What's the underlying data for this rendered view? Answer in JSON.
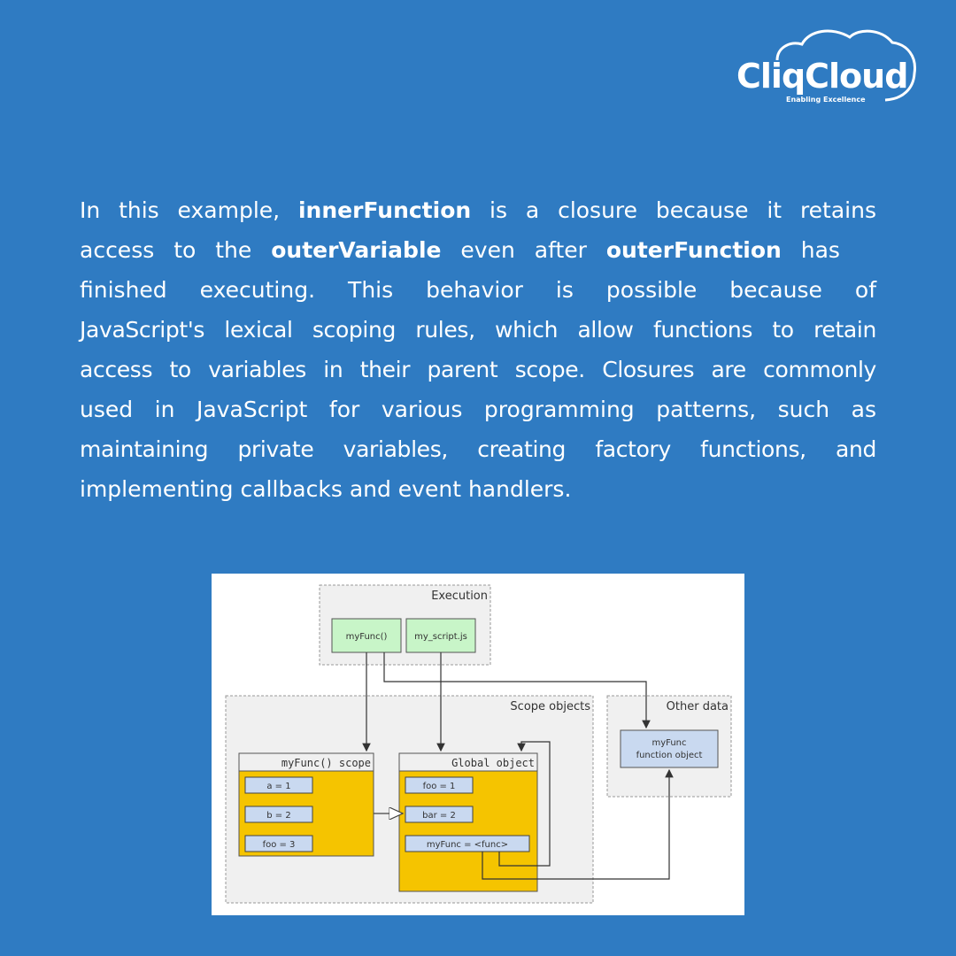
{
  "brand": {
    "name": "CliqCloud",
    "tagline": "Enabling Excellence"
  },
  "paragraph": {
    "l1": [
      "In this example, ",
      "innerFunction",
      " is a closure because it retains"
    ],
    "l2": [
      "access to the ",
      "outerVariable",
      " even after ",
      "outerFunction",
      " has"
    ],
    "l3": "finished executing. This behavior is possible because of",
    "l4": "JavaScript's lexical scoping rules, which allow functions to retain",
    "l5": "access to variables in their parent scope. Closures are commonly",
    "l6": "used in JavaScript for various programming patterns, such as",
    "l7": "maintaining private variables, creating factory functions, and",
    "l8": "implementing callbacks and event handlers."
  },
  "diagram": {
    "execution_label": "Execution",
    "exec_items": [
      "myFunc()",
      "my_script.js"
    ],
    "scope_objects_label": "Scope objects",
    "other_data_label": "Other data",
    "myfunc_object": [
      "myFunc",
      "function object"
    ],
    "myfunc_scope": {
      "title": "myFunc() scope",
      "vars": [
        "a = 1",
        "b = 2",
        "foo = 3"
      ]
    },
    "global_object": {
      "title": "Global object",
      "vars": [
        "foo = 1",
        "bar = 2",
        "myFunc = <func>"
      ]
    },
    "colors": {
      "exec_box": "#c8f5c8",
      "scope_box": "#f5c400",
      "var_box": "#c9d9f0",
      "background": "#2f7bc2"
    }
  }
}
